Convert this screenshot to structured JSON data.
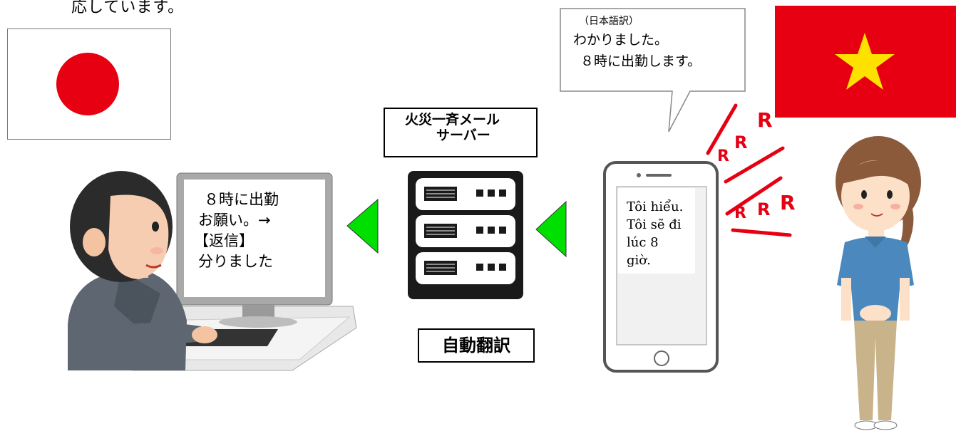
{
  "top_text": "応しています。",
  "bubble": {
    "caption": "（日本語訳）",
    "line1": "わかりました。",
    "line2": "８時に出勤します。"
  },
  "server_label": {
    "line1": "火災一斉メール",
    "line2": "サーバー"
  },
  "auto_translate_label": "自動翻訳",
  "monitor_lines": [
    "８時に出勤",
    "お願い。→",
    "【返信】",
    "分りました"
  ],
  "phone_lines": [
    "Tôi hiểu.",
    "Tôi sẽ đi",
    "lúc 8",
    "giờ."
  ],
  "ring_letters": [
    "R",
    "R",
    "R",
    "R",
    "R",
    "R"
  ],
  "colors": {
    "flag_red": "#e60012",
    "star": "#ffe100",
    "arrow_green": "#00e000",
    "shirt": "#4a88bd"
  }
}
